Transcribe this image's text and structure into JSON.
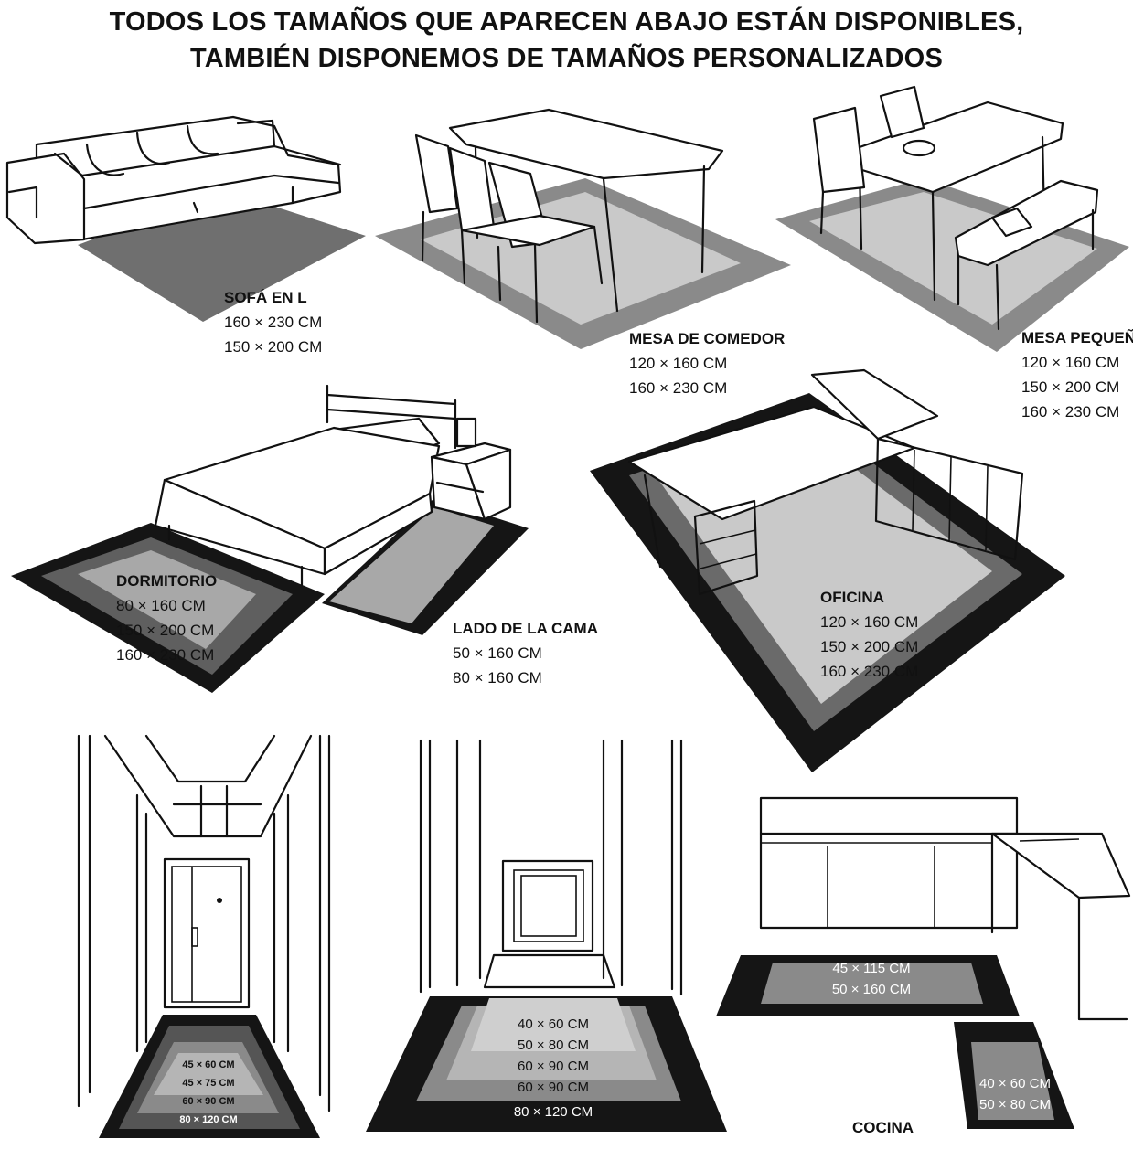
{
  "header": {
    "line1": "TODOS LOS TAMAÑOS QUE APARECEN ABAJO ESTÁN DISPONIBLES,",
    "line2": "TAMBIÉN DISPONEMOS DE TAMAÑOS PERSONALIZADOS"
  },
  "rooms": {
    "sofa": {
      "name": "SOFÁ EN L",
      "sizes": [
        "160 × 230 CM",
        "150 × 200 CM"
      ]
    },
    "dining": {
      "name": "MESA DE COMEDOR",
      "sizes": [
        "120 × 160 CM",
        "160 × 230 CM"
      ]
    },
    "small_table": {
      "name": "MESA PEQUEÑA",
      "sizes": [
        "120 × 160 CM",
        "150 × 200 CM",
        "160 × 230 CM"
      ]
    },
    "bedroom": {
      "name": "DORMITORIO",
      "sizes": [
        "80 × 160  CM",
        "150 × 200 CM",
        "160 × 230 CM"
      ]
    },
    "bedside": {
      "name": "LADO DE LA CAMA",
      "sizes": [
        "50 × 160 CM",
        "80 × 160 CM"
      ]
    },
    "office": {
      "name": "OFICINA",
      "sizes": [
        "120 × 160 CM",
        "150 × 200 CM",
        "160 × 230 CM"
      ]
    },
    "hallway": {
      "sizes": [
        "45 × 60 CM",
        "45 × 75 CM",
        "60 × 90 CM",
        "80 × 120 CM"
      ]
    },
    "entrance": {
      "sizes": [
        "40 × 60 CM",
        "50 × 80 CM",
        "60 × 90 CM",
        "60 × 90 CM",
        "80 × 120 CM"
      ]
    },
    "kitchen": {
      "name": "COCINA",
      "sizes_top": [
        "45 × 115 CM",
        "50 × 160 CM"
      ],
      "sizes_side": [
        "40 × 60 CM",
        "50 × 80 CM"
      ]
    }
  },
  "colors": {
    "black": "#0d0d0d",
    "dark_gray": "#555555",
    "mid_gray": "#8a8a8a",
    "light_gray": "#b5b5b5",
    "pale_gray": "#cfcfcf"
  }
}
